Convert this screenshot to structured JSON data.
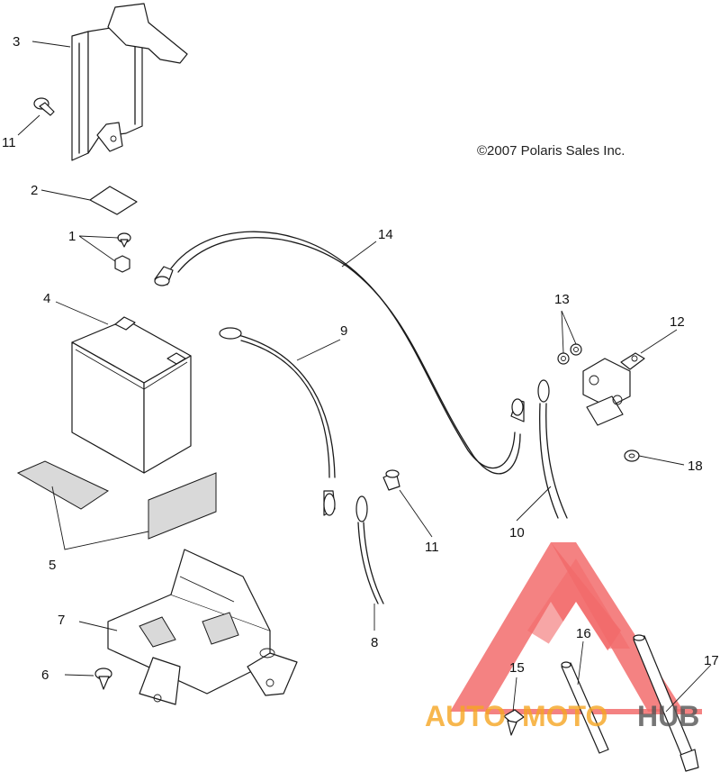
{
  "copyright": "©2007 Polaris Sales Inc.",
  "callouts": [
    "1",
    "2",
    "3",
    "4",
    "5",
    "6",
    "7",
    "8",
    "9",
    "10",
    "11",
    "11",
    "12",
    "13",
    "14",
    "15",
    "16",
    "17",
    "18"
  ],
  "watermark": {
    "parts": [
      "AUTO",
      "MOTO",
      "HUB"
    ],
    "colors": {
      "accent": "#f6a623",
      "triangle": "#ee3b3b",
      "dark": "#555555"
    }
  }
}
